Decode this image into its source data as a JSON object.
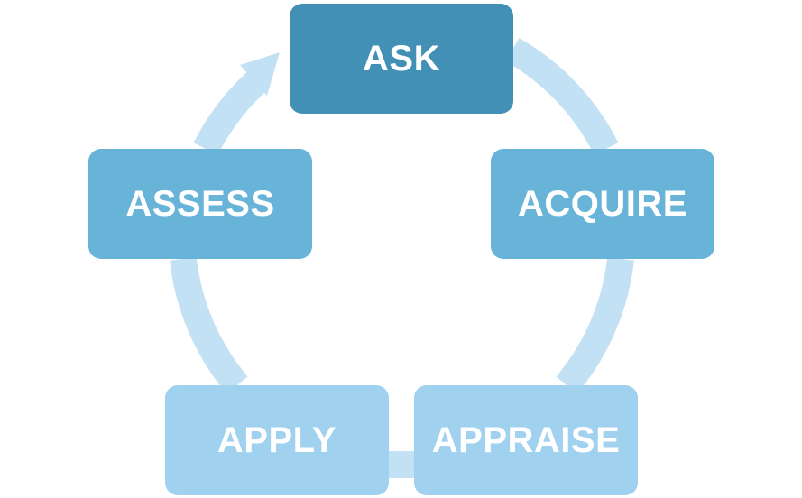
{
  "colors": {
    "arrow": "#c3e1f4",
    "stage_1": "#4290b6",
    "stage_2": "#67b4d8",
    "stage_3": "#a0d1ee"
  },
  "stages": [
    {
      "label": "ASK"
    },
    {
      "label": "ACQUIRE"
    },
    {
      "label": "APPRAISE"
    },
    {
      "label": "APPLY"
    },
    {
      "label": "ASSESS"
    }
  ]
}
